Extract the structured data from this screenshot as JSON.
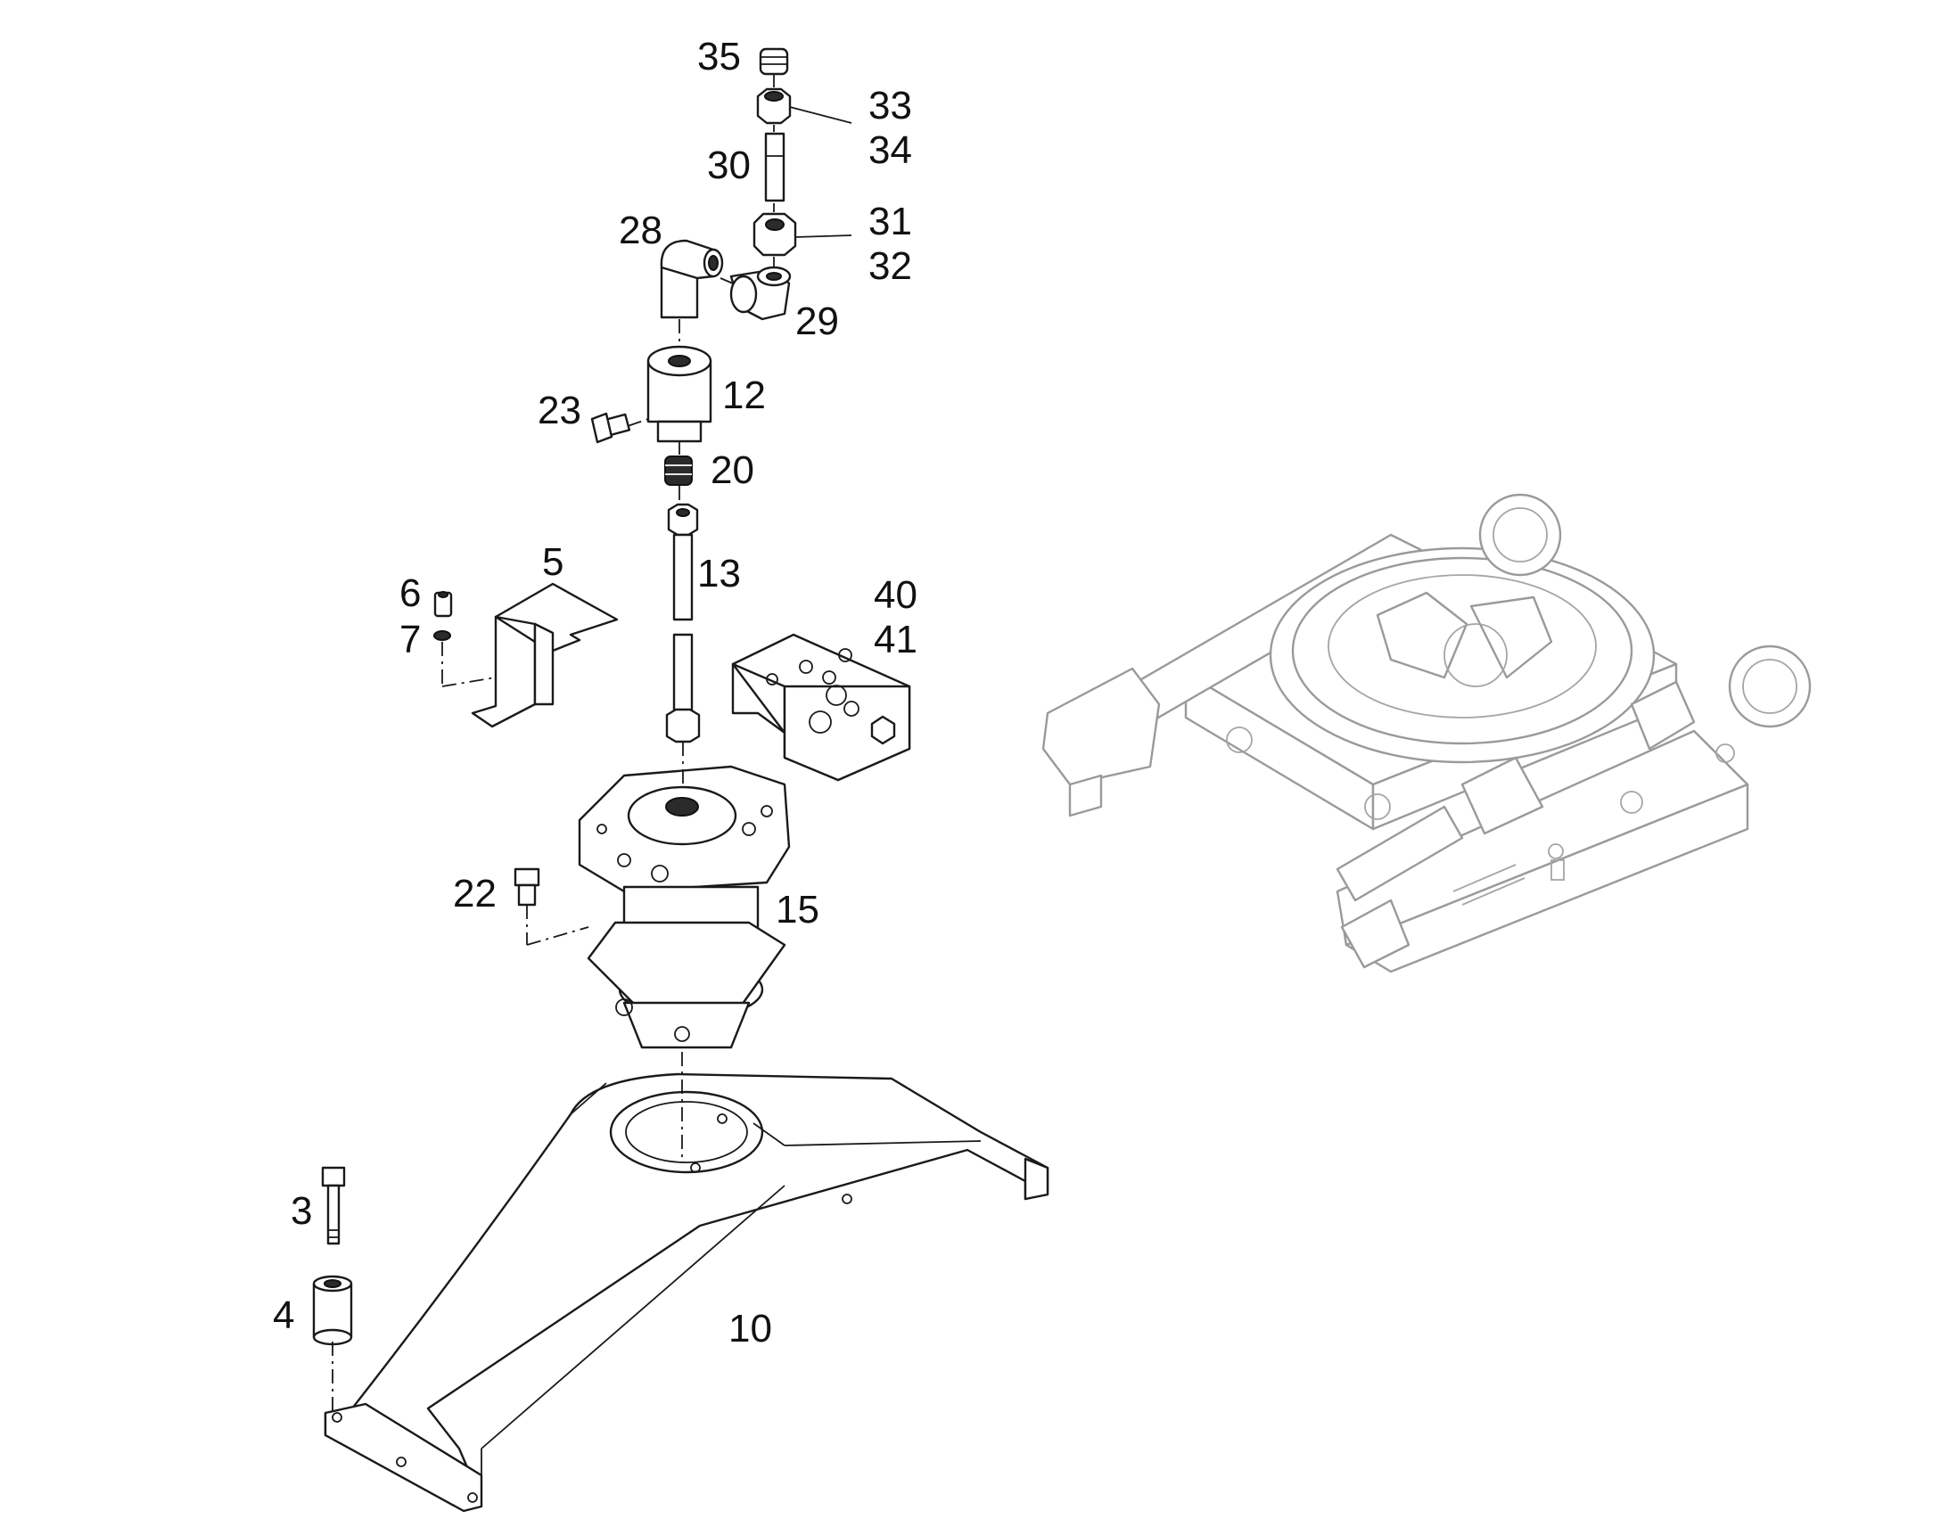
{
  "callouts": [
    {
      "id": "35",
      "text": "35"
    },
    {
      "id": "33",
      "text": "33"
    },
    {
      "id": "34",
      "text": "34"
    },
    {
      "id": "30",
      "text": "30"
    },
    {
      "id": "31",
      "text": "31"
    },
    {
      "id": "32",
      "text": "32"
    },
    {
      "id": "28",
      "text": "28"
    },
    {
      "id": "29",
      "text": "29"
    },
    {
      "id": "23",
      "text": "23"
    },
    {
      "id": "12",
      "text": "12"
    },
    {
      "id": "20",
      "text": "20"
    },
    {
      "id": "13",
      "text": "13"
    },
    {
      "id": "5",
      "text": "5"
    },
    {
      "id": "6",
      "text": "6"
    },
    {
      "id": "7",
      "text": "7"
    },
    {
      "id": "40",
      "text": "40"
    },
    {
      "id": "41",
      "text": "41"
    },
    {
      "id": "22",
      "text": "22"
    },
    {
      "id": "15",
      "text": "15"
    },
    {
      "id": "3",
      "text": "3"
    },
    {
      "id": "4",
      "text": "4"
    },
    {
      "id": "10",
      "text": "10"
    }
  ],
  "colors": {
    "line": "#1a1a1a",
    "ghost_line": "#9a9a9a",
    "background": "#ffffff"
  }
}
